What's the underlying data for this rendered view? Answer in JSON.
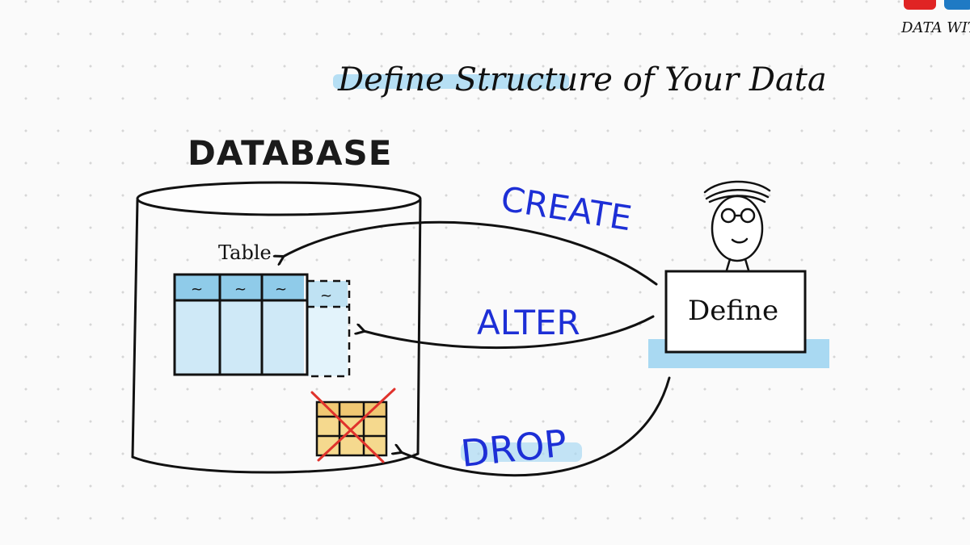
{
  "title": "Define Structure of Your Data",
  "database_label": "DATABASE",
  "table_label": "Table",
  "table_header_marks": [
    "~",
    "~",
    "~",
    "~"
  ],
  "commands": {
    "create": "CREATE",
    "alter": "ALTER",
    "drop": "DROP"
  },
  "define_label": "Define",
  "logo_text": "DATA WIT",
  "colors": {
    "ink": "#111111",
    "command_blue": "#1d2fd6",
    "highlight_blue": "#a9d9f2",
    "table_blue": "#cfe9f7",
    "dropped_table": "#f5d98e",
    "cross_red": "#e0322c",
    "youtube_red": "#e02424",
    "linkedin_blue": "#1f7ac4"
  },
  "icons": [
    "youtube-icon",
    "linkedin-icon",
    "person-icon",
    "laptop-icon",
    "cross-icon",
    "arrow-icon"
  ]
}
